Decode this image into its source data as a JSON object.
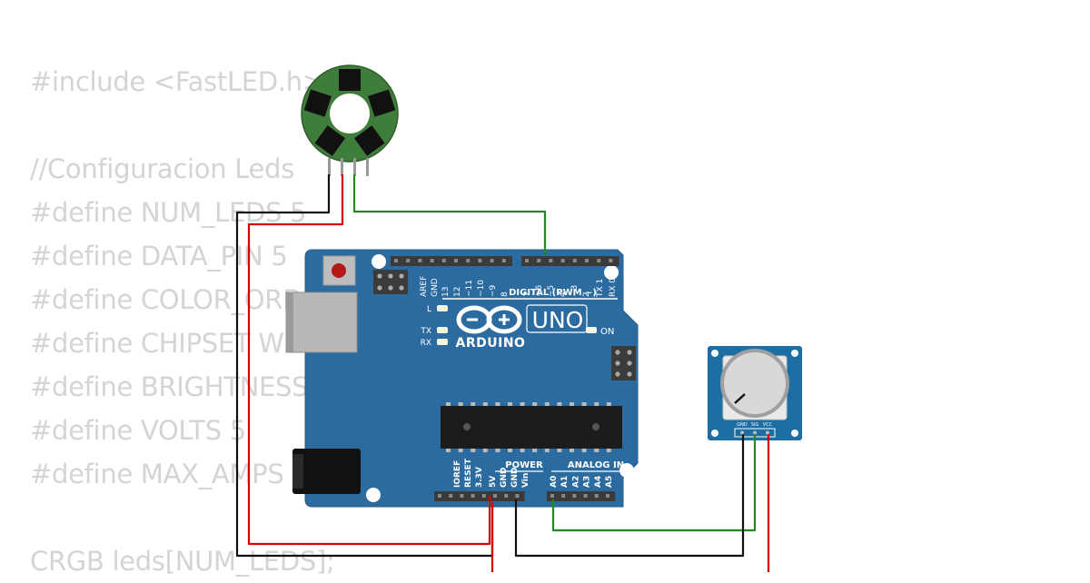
{
  "code_lines": [
    "#include <FastLED.h>",
    "",
    "//Configuracion Leds",
    "#define NUM_LEDS 5",
    "#define DATA_PIN 5",
    "#define COLOR_ORDER GRB",
    "#define CHIPSET WS2812",
    "#define BRIGHTNESS 255",
    "#define VOLTS 5",
    "#define MAX_AMPS 500",
    "",
    "CRGB leds[NUM_LEDS];"
  ],
  "arduino": {
    "model": "UNO",
    "brand": "ARDUINO",
    "digital_header": "DIGITAL (PWM ~)",
    "power_label": "POWER",
    "analog_label": "ANALOG IN",
    "on_label": "ON",
    "l_label": "L",
    "tx_label": "TX",
    "rx_label": "RX",
    "digital_pins": [
      "AREF",
      "GND",
      "13",
      "12",
      "~11",
      "~10",
      "~9",
      "8",
      "7",
      "~6",
      "~5",
      "4",
      "~3",
      "2",
      "TX 1",
      "RX 0"
    ],
    "power_pins": [
      "IOREF",
      "RESET",
      "3.3V",
      "5V",
      "GND",
      "GND",
      "Vin"
    ],
    "analog_pins": [
      "A0",
      "A1",
      "A2",
      "A3",
      "A4",
      "A5"
    ]
  },
  "potentiometer": {
    "pins": [
      "GND",
      "SIG",
      "VCC"
    ]
  },
  "colors": {
    "board": "#2b6b9f",
    "ring": "#3f7d3a",
    "wire_gnd": "#111111",
    "wire_vcc": "#d40000",
    "wire_signal": "#1f8a1f",
    "code_text": "#d4d4d4"
  }
}
